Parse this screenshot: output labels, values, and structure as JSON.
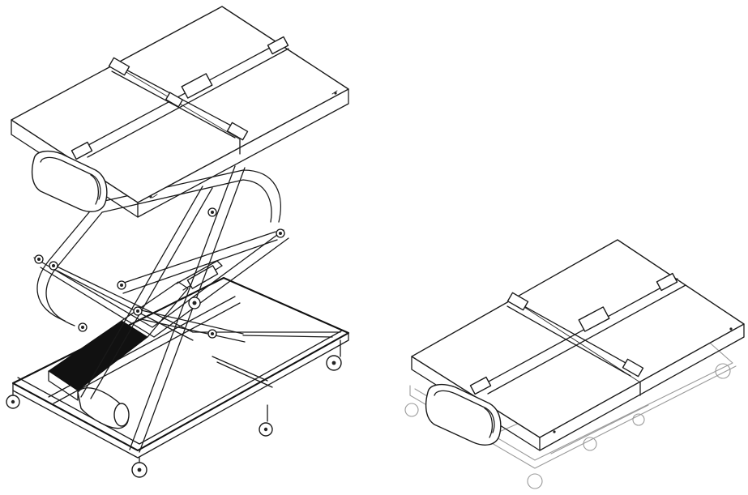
{
  "figure": {
    "views": [
      {
        "id": "raised",
        "state": "raised"
      },
      {
        "id": "lowered",
        "state": "lowered"
      }
    ],
    "colors": {
      "line": "#1a1a1a",
      "background": "#ffffff",
      "fill_dark": "#111111",
      "ghost_line": "#9a9a9a"
    }
  }
}
